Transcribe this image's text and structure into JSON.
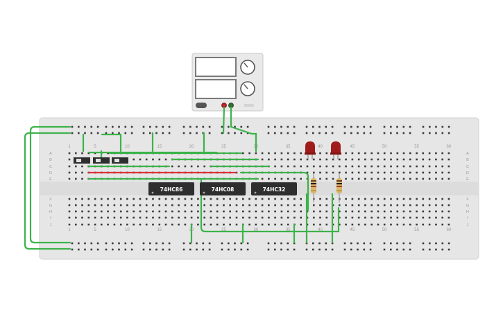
{
  "power_supply": {
    "name": "DC power supply"
  },
  "breadboard": {
    "column_numbers": [
      "1",
      "5",
      "10",
      "15",
      "20",
      "25",
      "30",
      "35",
      "40",
      "45",
      "50",
      "55",
      "60"
    ],
    "row_letters_top": [
      "A",
      "B",
      "C",
      "D",
      "E"
    ],
    "row_letters_bottom": [
      "F",
      "G",
      "H",
      "I",
      "J"
    ]
  },
  "chips": [
    {
      "label": "74HC86"
    },
    {
      "label": "74HC08"
    },
    {
      "label": "74HC32"
    }
  ],
  "leds": [
    {
      "color": "#a01c1c"
    },
    {
      "color": "#a01c1c"
    }
  ],
  "colors": {
    "wire_green": "#3cb34a",
    "wire_red": "#e0303a",
    "board": "#e6e6e6",
    "chip": "#2e2e2e"
  }
}
